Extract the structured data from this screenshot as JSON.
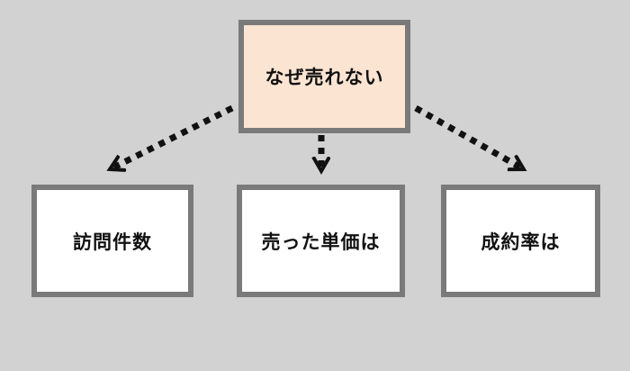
{
  "colors": {
    "page_bg": "#d2d2d2",
    "box_border": "#7a7a7a",
    "root_fill": "#fbe5d2",
    "child_fill": "#ffffff",
    "arrow": "#111111",
    "text": "#111111"
  },
  "diagram": {
    "root": {
      "label": "なぜ売れない"
    },
    "children": [
      {
        "label": "訪問件数"
      },
      {
        "label": "売った単価は"
      },
      {
        "label": "成約率は"
      }
    ]
  }
}
